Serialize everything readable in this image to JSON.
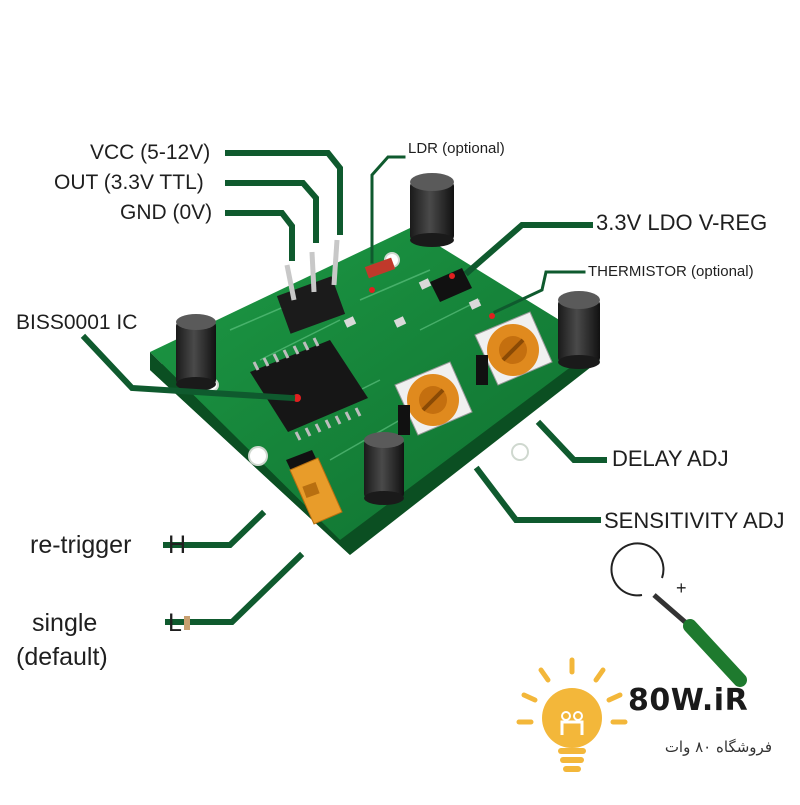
{
  "labels": {
    "vcc": "VCC (5-12V)",
    "out": "OUT (3.3V TTL)",
    "gnd": "GND (0V)",
    "ldr": "LDR (optional)",
    "ldo": "3.3V LDO V-REG",
    "thermistor": "THERMISTOR (optional)",
    "ic": "BISS0001 IC",
    "delay": "DELAY ADJ",
    "sensitivity": "SENSITIVITY ADJ",
    "retrigger": "re-trigger",
    "retrigger_pos": "H",
    "single_line1": "single",
    "single_line2": "(default)",
    "single_pos": "L"
  },
  "screwdriver": {
    "sign": "+"
  },
  "brand": {
    "name": "80W.iR",
    "tagline": "فروشگاه ۸۰ وات"
  },
  "colors": {
    "leader": "#0f5a2e",
    "pcb": "#14833a",
    "pcb_dark": "#0c5f28",
    "pot": "#e08a1e",
    "jumper": "#e89c2a",
    "bulb": "#f3b73a"
  }
}
